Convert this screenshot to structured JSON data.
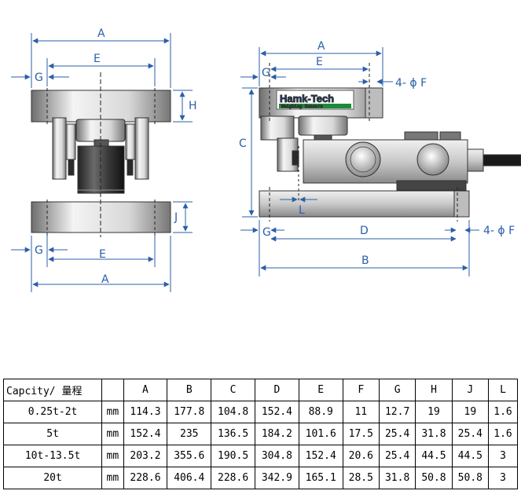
{
  "brand": {
    "name": "Hamk-Tech",
    "tagline": "Weighing Sensors"
  },
  "colors": {
    "dimension": "#2b5fa8",
    "steel_light": "#f2f2f2",
    "steel_dark": "#6e6e6e",
    "dark_block": "#444444"
  },
  "front_view": {
    "label_A_top": "A",
    "label_E_top": "E",
    "label_G_top": "G",
    "label_H": "H",
    "label_J": "J",
    "label_G_bottom": "G",
    "label_E_bottom": "E",
    "label_A_bottom": "A"
  },
  "side_view": {
    "label_A": "A",
    "label_E": "E",
    "label_G_top": "G",
    "label_hole_top": "4- ϕ F",
    "label_C": "C",
    "label_L": "L",
    "label_G_bottom": "G",
    "label_D": "D",
    "label_hole_bottom": "4- ϕ F",
    "label_B": "B"
  },
  "table": {
    "headers": [
      "Capcity/ 量程",
      "",
      "A",
      "B",
      "C",
      "D",
      "E",
      "F",
      "G",
      "H",
      "J",
      "L"
    ],
    "rows": [
      [
        "0.25t-2t",
        "mm",
        "114.3",
        "177.8",
        "104.8",
        "152.4",
        "88.9",
        "11",
        "12.7",
        "19",
        "19",
        "1.6"
      ],
      [
        "5t",
        "mm",
        "152.4",
        "235",
        "136.5",
        "184.2",
        "101.6",
        "17.5",
        "25.4",
        "31.8",
        "25.4",
        "1.6"
      ],
      [
        "10t-13.5t",
        "mm",
        "203.2",
        "355.6",
        "190.5",
        "304.8",
        "152.4",
        "20.6",
        "25.4",
        "44.5",
        "44.5",
        "3"
      ],
      [
        "20t",
        "mm",
        "228.6",
        "406.4",
        "228.6",
        "342.9",
        "165.1",
        "28.5",
        "31.8",
        "50.8",
        "50.8",
        "3"
      ]
    ]
  }
}
